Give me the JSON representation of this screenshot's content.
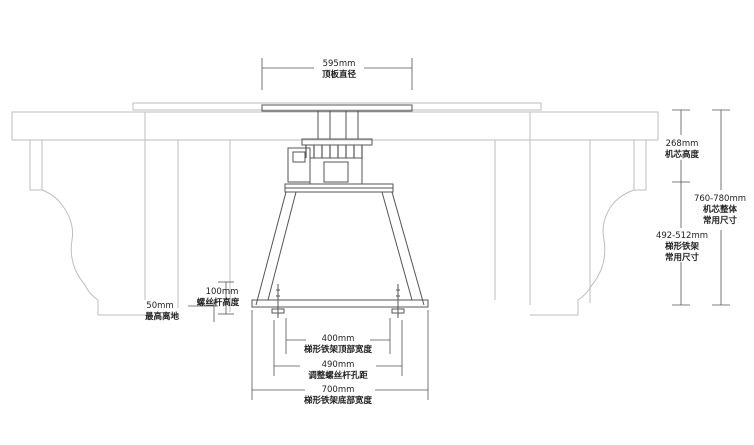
{
  "labels": {
    "top_diameter_value": "595mm",
    "top_diameter_label": "顶板直径",
    "core_height_value": "268mm",
    "core_height_label": "机芯高度",
    "overall_value": "760-780mm",
    "overall_label_1": "机芯整体",
    "overall_label_2": "常用尺寸",
    "frame_value": "492-512mm",
    "frame_label_1": "梯形铁架",
    "frame_label_2": "常用尺寸",
    "screw_value": "100mm",
    "screw_label": "螺丝杆高度",
    "ground_value": "50mm",
    "ground_label": "最高离地",
    "frame_top_value": "400mm",
    "frame_top_label": "梯形铁架顶部宽度",
    "hole_value": "490mm",
    "hole_label": "调整螺丝杆孔距",
    "frame_bottom_value": "700mm",
    "frame_bottom_label": "梯形铁架底部宽度"
  },
  "colors": {
    "line": "#555555",
    "light": "#9a9a9a",
    "table": "#bdbdbd",
    "text": "#222222"
  }
}
